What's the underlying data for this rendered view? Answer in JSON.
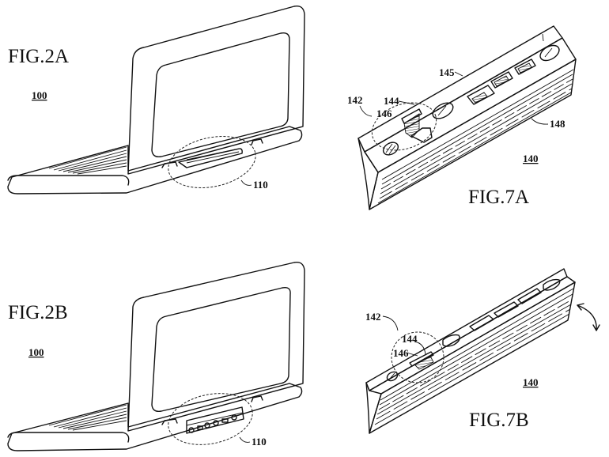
{
  "figures": [
    {
      "id": "fig2a",
      "title": "FIG.2A",
      "labels": {
        "device": "100",
        "port_region": "110"
      }
    },
    {
      "id": "fig7a",
      "title": "FIG.7A",
      "labels": {
        "module": "140",
        "region": "142",
        "part_a": "144",
        "part_b": "145",
        "part_c": "146",
        "surface": "148"
      }
    },
    {
      "id": "fig2b",
      "title": "FIG.2B",
      "labels": {
        "device": "100",
        "port_region": "110"
      }
    },
    {
      "id": "fig7b",
      "title": "FIG.7B",
      "labels": {
        "module": "140",
        "region": "142",
        "part_a": "144",
        "part_c": "146"
      }
    }
  ],
  "icons": {
    "rotation_arrow": "curved-double-arrow-icon"
  },
  "colors": {
    "line": "#111111",
    "background": "#ffffff"
  }
}
